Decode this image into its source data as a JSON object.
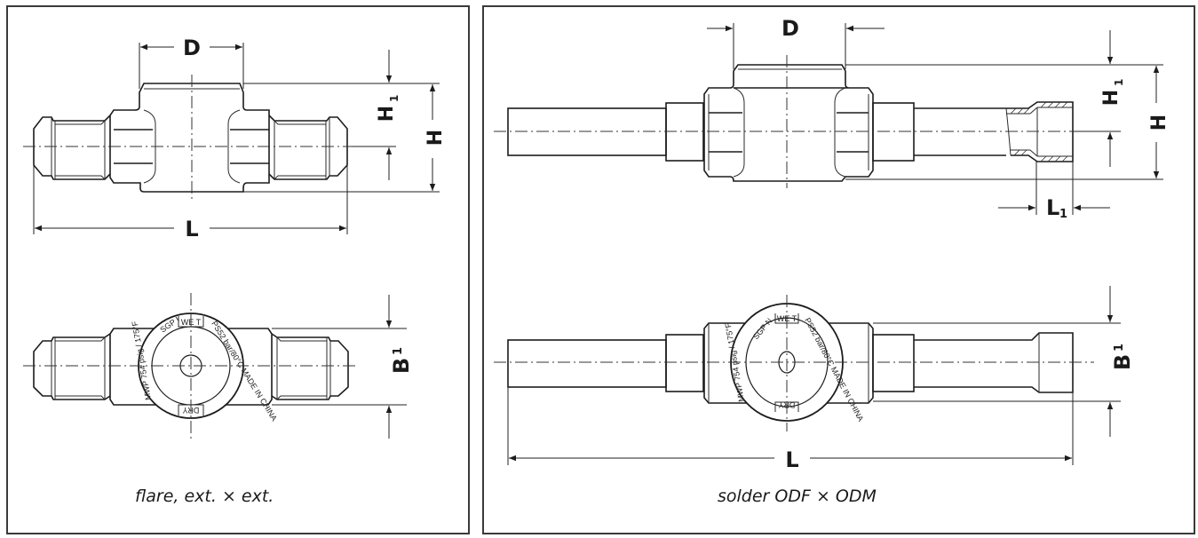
{
  "figure": {
    "panels": [
      {
        "id": "flare",
        "caption": "flare, ext. × ext.",
        "dimensions": {
          "top_width": "D",
          "height": "H",
          "half_height": "H",
          "half_height_sub": "1",
          "length": "L",
          "body_width": "B",
          "body_width_sub": "1"
        },
        "sight_glass": {
          "top": "WE T",
          "bottom": "DRY",
          "upper_left": "SGP I",
          "left": "MWP 754 psig / 175°F",
          "right": "PS52 bar/80°C  MADE IN CHINA"
        }
      },
      {
        "id": "solder",
        "caption": "solder ODF × ODM",
        "dimensions": {
          "top_width": "D",
          "height": "H",
          "half_height": "H",
          "half_height_sub": "1",
          "length": "L",
          "socket_length": "L",
          "socket_length_sub": "1",
          "body_width": "B",
          "body_width_sub": "1"
        },
        "sight_glass": {
          "top": "WE T",
          "bottom": "DRY",
          "upper_left": "SGP N",
          "left": "MWP 754 psig / 175°F",
          "right": "PS52 bar/80°C  MADE IN CHINA"
        }
      }
    ]
  }
}
